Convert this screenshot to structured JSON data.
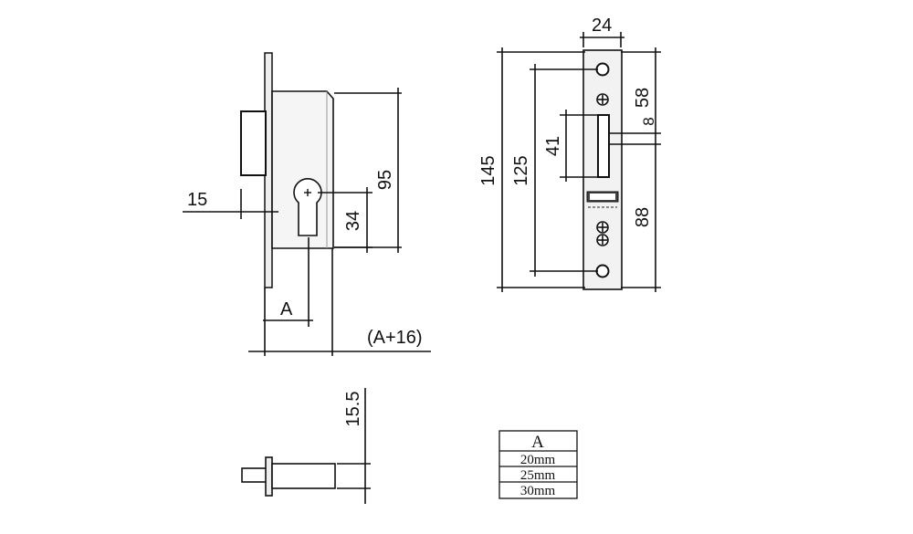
{
  "front_view": {
    "dim_faceplate_offset": "15",
    "dim_case_height": "95",
    "dim_cylinder_to_bolt": "34",
    "dim_backset": "A",
    "dim_overall": "(A+16)"
  },
  "strike_plate": {
    "dim_width": "24",
    "dim_total_height": "145",
    "dim_screw_spacing": "125",
    "dim_slot_height": "41",
    "dim_top": "58",
    "dim_slot_gap": "8",
    "dim_bottom": "88"
  },
  "bolt_view": {
    "dim_bolt_projection": "15.5"
  },
  "table": {
    "header": "A",
    "rows": [
      "20mm",
      "25mm",
      "30mm"
    ]
  }
}
